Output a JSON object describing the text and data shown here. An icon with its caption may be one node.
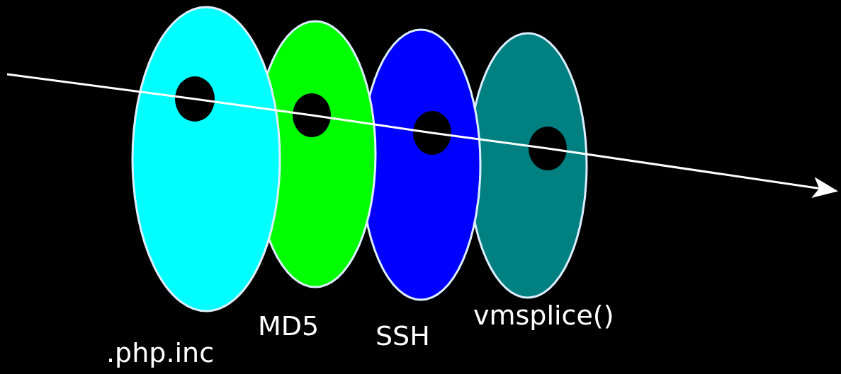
{
  "diagram": {
    "nodes": [
      {
        "text": [
          ".php.inc"
        ]
      },
      {
        "text": [
          "MD5"
        ]
      },
      {
        "text": [
          "SSH"
        ]
      },
      {
        "text": [
          "vmsplice()"
        ]
      }
    ],
    "edges": [
      {
        "from": null,
        "to": 0,
        "arrow": "none"
      },
      {
        "from": 0,
        "to": 1,
        "arrow": "none"
      },
      {
        "from": 1,
        "to": 2,
        "arrow": "none"
      },
      {
        "from": 2,
        "to": 3,
        "arrow": "none"
      },
      {
        "from": 3,
        "to": null,
        "arrow": "to"
      }
    ]
  }
}
